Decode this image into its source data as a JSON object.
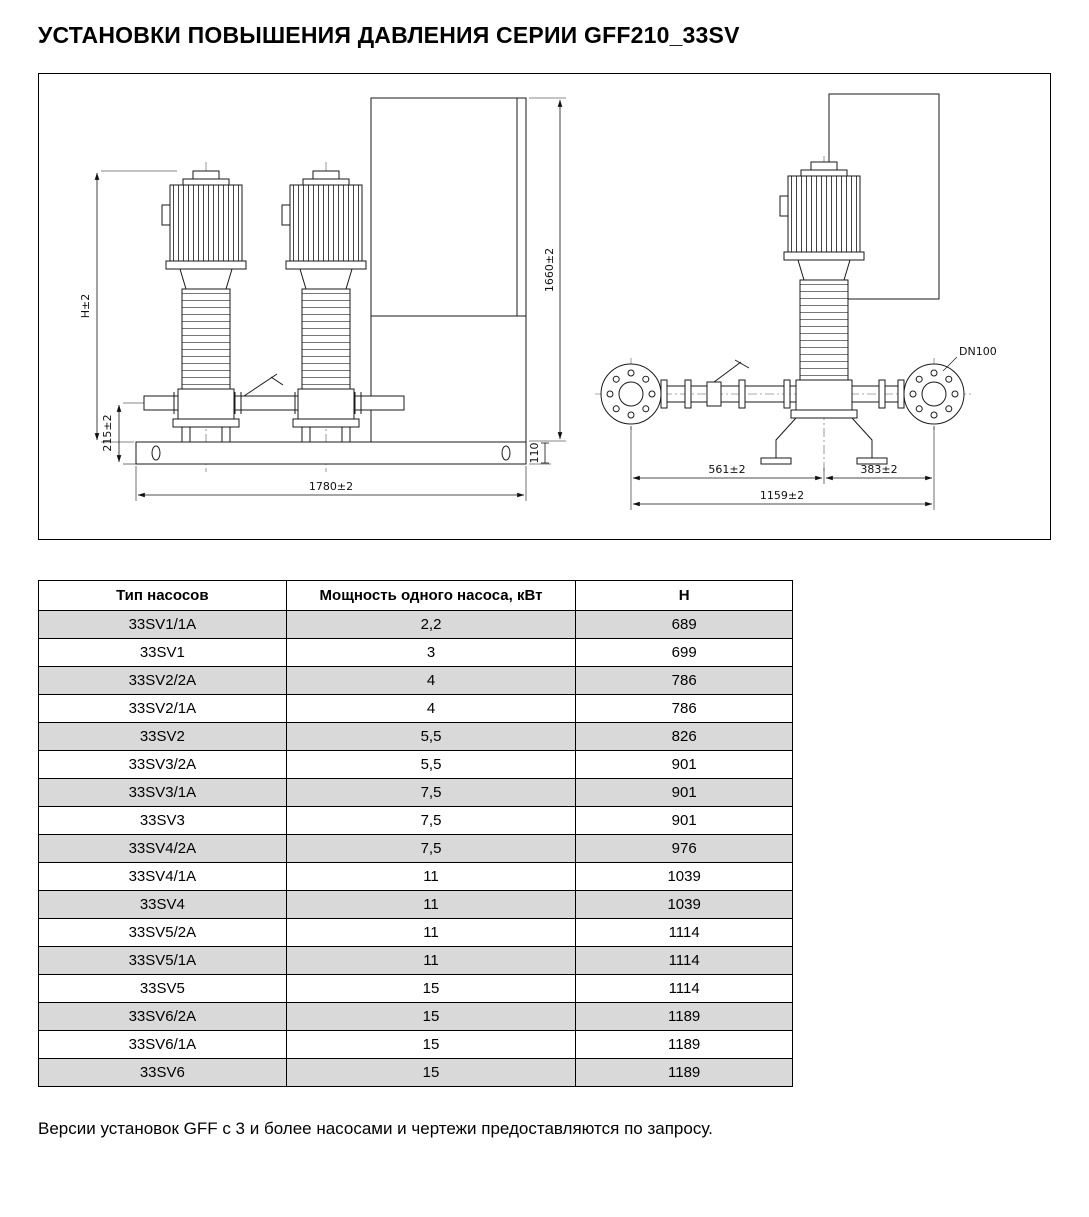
{
  "page": {
    "title": "УСТАНОВКИ ПОВЫШЕНИЯ ДАВЛЕНИЯ СЕРИИ GFF210_33SV",
    "footer": "Версии установок GFF с 3 и более насосами и чертежи предоставляются по запросу."
  },
  "drawing": {
    "left": {
      "dim_h": "H±2",
      "dim_base_h": "215±2",
      "dim_width": "1780±2",
      "dim_panel_h": "1660±2",
      "dim_profile": "110"
    },
    "right": {
      "dim_a": "561±2",
      "dim_b": "383±2",
      "dim_total": "1159±2",
      "flange_label": "DN100"
    }
  },
  "table": {
    "headers": [
      "Тип насосов",
      "Мощность одного насоса, кВт",
      "Н"
    ],
    "rows": [
      [
        "33SV1/1A",
        "2,2",
        "689"
      ],
      [
        "33SV1",
        "3",
        "699"
      ],
      [
        "33SV2/2A",
        "4",
        "786"
      ],
      [
        "33SV2/1A",
        "4",
        "786"
      ],
      [
        "33SV2",
        "5,5",
        "826"
      ],
      [
        "33SV3/2A",
        "5,5",
        "901"
      ],
      [
        "33SV3/1A",
        "7,5",
        "901"
      ],
      [
        "33SV3",
        "7,5",
        "901"
      ],
      [
        "33SV4/2A",
        "7,5",
        "976"
      ],
      [
        "33SV4/1A",
        "11",
        "1039"
      ],
      [
        "33SV4",
        "11",
        "1039"
      ],
      [
        "33SV5/2A",
        "11",
        "1114"
      ],
      [
        "33SV5/1A",
        "11",
        "1114"
      ],
      [
        "33SV5",
        "15",
        "1114"
      ],
      [
        "33SV6/2A",
        "15",
        "1189"
      ],
      [
        "33SV6/1A",
        "15",
        "1189"
      ],
      [
        "33SV6",
        "15",
        "1189"
      ]
    ]
  }
}
